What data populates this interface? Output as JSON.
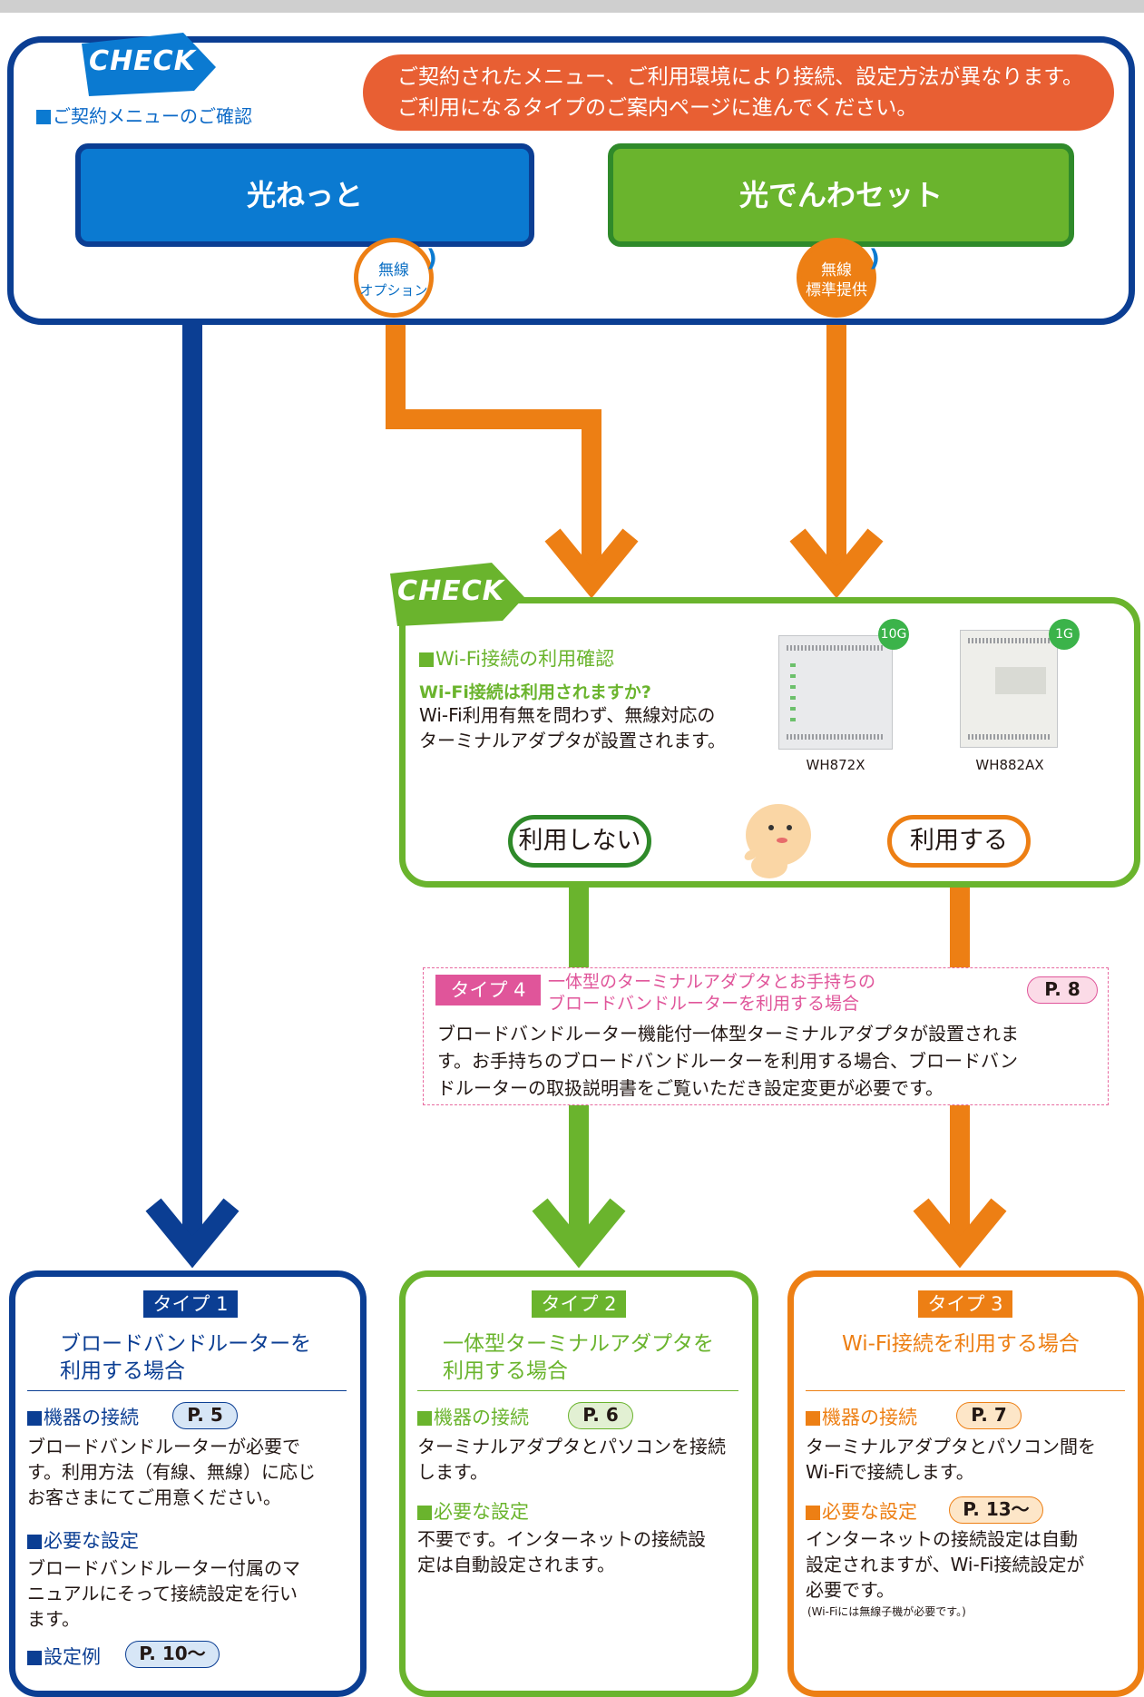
{
  "check_label": "CHECK",
  "top": {
    "section_title": "ご契約メニューのご確認",
    "notice_lines": [
      "ご契約されたメニュー、ご利用環境により接続、設定方法が異なります。",
      "ご利用になるタイプのご案内ページに進んでください。"
    ],
    "menus": [
      {
        "label": "光ねっと",
        "badge": [
          "無線",
          "オプション"
        ]
      },
      {
        "label": "光でんわセット",
        "badge": [
          "無線",
          "標準提供"
        ]
      }
    ]
  },
  "wifi": {
    "title": "Wi-Fi接続の利用確認",
    "question": "Wi-Fi接続は利用されますか?",
    "desc_lines": [
      "Wi-Fi利用有無を問わず、無線対応の",
      "ターミナルアダプタが設置されます。"
    ],
    "devices": [
      {
        "name": "WH872X",
        "badge": "10G"
      },
      {
        "name": "WH882AX",
        "badge": "1G"
      }
    ],
    "choice_no": "利用しない",
    "choice_yes": "利用する"
  },
  "type4": {
    "tag": "タイプ 4",
    "title_lines": [
      "一体型のターミナルアダプタとお手持ちの",
      "ブロードバンドルーターを利用する場合"
    ],
    "page": "P. 8",
    "desc_lines": [
      "ブロードバンドルーター機能付一体型ターミナルアダプタが設置されま",
      "す。お手持ちのブロードバンドルーターを利用する場合、ブロードバン",
      "ドルーターの取扱説明書をご覧いただき設定変更が必要です。"
    ]
  },
  "types": [
    {
      "tag": "タイプ 1",
      "title_lines": [
        "ブロードバンドルーターを",
        "利用する場合"
      ],
      "conn_head": "機器の接続",
      "conn_page": "P. 5",
      "conn_lines": [
        "ブロードバンドルーターが必要で",
        "す。利用方法（有線、無線）に応じ",
        "お客さまにてご用意ください。"
      ],
      "set_head": "必要な設定",
      "set_lines": [
        "ブロードバンドルーター付属のマ",
        "ニュアルにそって接続設定を行い",
        "ます。"
      ],
      "example_head": "設定例",
      "example_page": "P. 10〜"
    },
    {
      "tag": "タイプ 2",
      "title_lines": [
        "一体型ターミナルアダプタを",
        "利用する場合"
      ],
      "conn_head": "機器の接続",
      "conn_page": "P. 6",
      "conn_lines": [
        "ターミナルアダプタとパソコンを接続",
        "します。"
      ],
      "set_head": "必要な設定",
      "set_lines": [
        "不要です。インターネットの接続設",
        "定は自動設定されます。"
      ]
    },
    {
      "tag": "タイプ 3",
      "title_lines": [
        "Wi-Fi接続を利用する場合"
      ],
      "conn_head": "機器の接続",
      "conn_page": "P. 7",
      "conn_lines": [
        "ターミナルアダプタとパソコン間を",
        "Wi-Fiで接続します。"
      ],
      "set_head": "必要な設定",
      "set_page": "P. 13〜",
      "set_lines": [
        "インターネットの接続設定は自動",
        "設定されますが、Wi-Fi接続設定が",
        "必要です。"
      ],
      "note": "(Wi-Fiには無線子機が必要です。)"
    }
  ],
  "colors": {
    "navy": "#0b3e93",
    "blue": "#0b7ad1",
    "green": "#6ab42d",
    "dark_green": "#2f8a2a",
    "orange": "#ed7f14",
    "red_orange": "#e85f33",
    "pink": "#e0559a"
  }
}
